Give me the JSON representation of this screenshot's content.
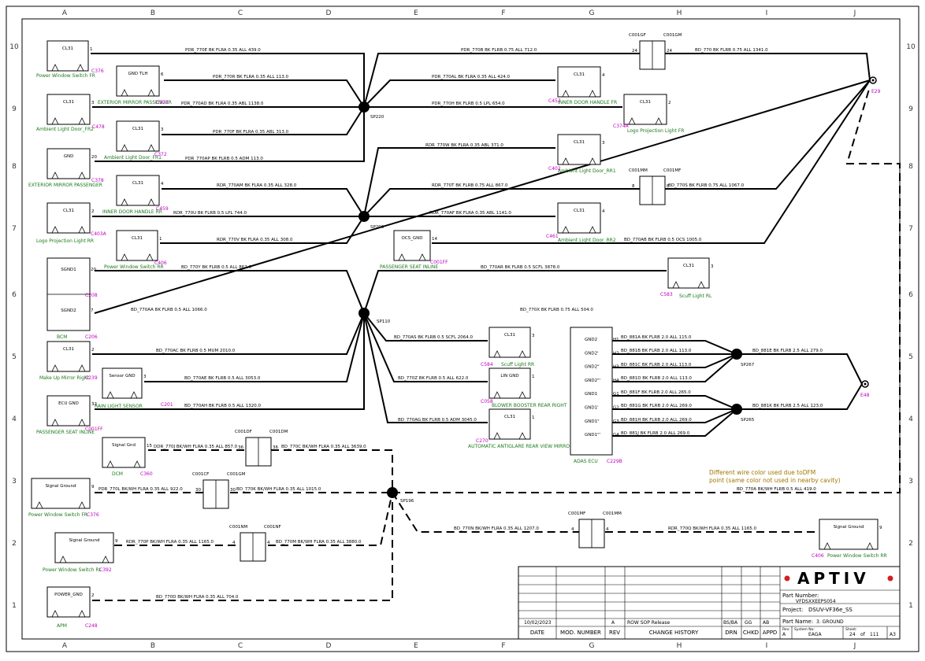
{
  "grid": {
    "columns": [
      "A",
      "B",
      "C",
      "D",
      "E",
      "F",
      "G",
      "H",
      "I",
      "J"
    ],
    "rows": [
      "10",
      "9",
      "8",
      "7",
      "6",
      "5",
      "4",
      "3",
      "2",
      "1"
    ]
  },
  "components": [
    {
      "id": "pws_fr",
      "title": "CL31",
      "pin": "1",
      "name": "Power Window Switch FR",
      "ref": "C376"
    },
    {
      "id": "amb_fr2",
      "title": "CL31",
      "pin": "3",
      "name": "Ambient Light Door_FR2",
      "ref": "C478"
    },
    {
      "id": "ext_mirror_l",
      "title": "GND",
      "pin": "20",
      "name": "EXTERIOR MIRROR PASSENGER",
      "ref": "C378"
    },
    {
      "id": "logo_rr",
      "title": "CL31",
      "pin": "2",
      "name": "Logo Projection Light RR",
      "ref": "C403A"
    },
    {
      "id": "bcm",
      "title": "SGND1",
      "title2": "SGND2",
      "pin": "20",
      "pin2": "7",
      "name": "BCM",
      "ref": "C208",
      "ref2": "C206"
    },
    {
      "id": "mirror_right",
      "title": "CL31",
      "pin": "2",
      "name": "Make Up Mirror Right",
      "ref": "C239"
    },
    {
      "id": "pseat_inline_l",
      "title": "ECU GND",
      "pin": "32",
      "name": "PASSENGER SEAT INLINE",
      "ref": "C001FF"
    },
    {
      "id": "ext_mirror_b",
      "title": "GND TLH",
      "pin": "6",
      "name": "EXTERIOR MIRROR PASSENGER",
      "ref": "C378"
    },
    {
      "id": "amb_fr1",
      "title": "CL31",
      "pin": "3",
      "name": "Ambient Light Door_FR1",
      "ref": "C372"
    },
    {
      "id": "door_handle_rr",
      "title": "CL31",
      "pin": "4",
      "name": "INNER DOOR HANDLE RR",
      "ref": "C459"
    },
    {
      "id": "pws_rr_b",
      "title": "CL31",
      "pin": "1",
      "name": "Power Window Switch RR",
      "ref": "C406"
    },
    {
      "id": "rain_sensor",
      "title": "Sensor GND",
      "pin": "3",
      "name": "RAIN LIGHT SENSOR",
      "ref": "C201"
    },
    {
      "id": "door_handle_fr",
      "title": "CL31",
      "pin": "4",
      "name": "INNER DOOR HANDLE FR",
      "ref": "C457"
    },
    {
      "id": "logo_fr",
      "title": "CL31",
      "pin": "2",
      "name": "Logo Projection Light FR",
      "ref": "C374A"
    },
    {
      "id": "amb_rr1",
      "title": "CL31",
      "pin": "3",
      "name": "Ambient Light Door_RR1",
      "ref": "C402"
    },
    {
      "id": "amb_rr2",
      "title": "CL31",
      "pin": "4",
      "name": "Ambient Light Door_RR2",
      "ref": "C461"
    },
    {
      "id": "pseat_inline_m",
      "title": "OCS_GND",
      "pin": "14",
      "name": "PASSENGER SEAT INLINE",
      "ref": "C001FF"
    },
    {
      "id": "scuff_rl",
      "title": "CL31",
      "pin": "3",
      "name": "Scuff Light RL",
      "ref": "C583"
    },
    {
      "id": "scuff_rr",
      "title": "CL31",
      "pin": "3",
      "name": "Scuff Light RR",
      "ref": "C584"
    },
    {
      "id": "blower",
      "title": "LIN GND",
      "pin": "1",
      "name": "BLOWER BOOSTER REAR RIGHT",
      "ref": "C058"
    },
    {
      "id": "antiglare",
      "title": "CL31",
      "pin": "1",
      "name": "AUTOMATIC ANTIGLARE REAR VIEW MIRROR",
      "ref": "C270"
    },
    {
      "id": "dcm",
      "title": "Signal Gnd",
      "pin": "15",
      "name": "DCM",
      "ref": "C360"
    },
    {
      "id": "pws_fr_sig",
      "title": "Signal Ground",
      "pin": "9",
      "name": "Power Window Switch FR",
      "ref": "C376"
    },
    {
      "id": "pws_rl_sig",
      "title": "Signal Ground",
      "pin": "9",
      "name": "Power Window Switch RL",
      "ref": "C392"
    },
    {
      "id": "apm",
      "title": "POWER_GND",
      "pin": "2",
      "name": "APM",
      "ref": "C248"
    },
    {
      "id": "pws_rr_sig",
      "title": "Signal Ground",
      "pin": "9",
      "name": "Power Window Switch RR",
      "ref": "C406"
    },
    {
      "id": "adas",
      "name": "ADAS ECU",
      "ref": "C229B",
      "pins": [
        [
          "GND2",
          "H1"
        ],
        [
          "GND2'",
          "H2"
        ],
        [
          "GND2\"",
          "H3"
        ],
        [
          "GND2\"'",
          "H4"
        ],
        [
          "GND1",
          "G1"
        ],
        [
          "GND1'",
          "G2"
        ],
        [
          "GND1\"",
          "G3"
        ],
        [
          "GND1\"'",
          "G4"
        ]
      ]
    }
  ],
  "inlines": [
    {
      "id": "c001gf",
      "left": "C001GF",
      "right": "C001GM",
      "lpin": "24",
      "rpin": "24"
    },
    {
      "id": "c001mm_t",
      "left": "C001MM",
      "right": "C001MF",
      "lpin": "8",
      "rpin": "8"
    },
    {
      "id": "c001df",
      "left": "C001DF",
      "right": "C001DM",
      "lpin": "36",
      "rpin": "36"
    },
    {
      "id": "c001cf",
      "left": "C001CF",
      "right": "C001GM",
      "lpin": "30",
      "rpin": "30"
    },
    {
      "id": "c001nm",
      "left": "C001NM",
      "right": "C001NF",
      "lpin": "4",
      "rpin": "4"
    },
    {
      "id": "c001mf_b",
      "left": "C001MF",
      "right": "C001MM",
      "lpin": "4",
      "rpin": "4"
    }
  ],
  "wire_labels": {
    "w1": "PDR_770E  BK  FLRA  0.35  ALL   439.0",
    "w2": "PDR_770R  BK  FLRA  0.35  ALL   113.0",
    "w3": "PDR_770AD  BK  FLRA  0.35  ABL   1138.0",
    "w4": "PDR_770F  BK  FLRA  0.35  ABL   313.0",
    "w5": "PDR_770AP  BK  FLRB  0.5  ADM   113.0",
    "w6": "PDR_770B  BK  FLRB  0.75  ALL   712.0",
    "w7": "PDR_770AL  BK  FLRA  0.35  ALL   424.0",
    "w8": "PDR_770H  BK  FLRB  0.5  LPL   654.0",
    "w9": "BD_770  BK  FLRB  0.75  ALL   1341.0",
    "w10": "RDR_770AM  BK  FLRA  0.35  ALL   328.0",
    "w11": "RDR_770U  BK  FLRB  0.5  LPL   744.0",
    "w12": "RDR_770V  BK  FLRA  0.35  ALL   308.0",
    "w13": "RDR_770W  BK  FLRA  0.35  ABL   371.0",
    "w14": "RDR_770T  BK  FLRB  0.75  ALL   867.0",
    "w15": "BD_770S  BK  FLRB  0.75  ALL   1067.0",
    "w16": "RDR_770AF  BK  FLRA  0.35  ABL   1141.0",
    "w17": "BD_770AB  BK  FLRB  0.5  OCS   1005.0",
    "w18": "BD_770Y  BK  FLRB  0.5  ALL   862.0",
    "w19": "BD_770AR  BK  FLRB  0.5  SCFL   3878.0",
    "w20": "BD_770AA  BK  FLRB  0.5  ALL   1066.0",
    "w21": "BD_770X  BK  FLRB  0.75  ALL   504.0",
    "w22": "BD_770AC  BK  FLRB  0.5  MUM   2010.0",
    "w23": "BD_770AS  BK  FLRB  0.5  SCFL   2064.0",
    "w24": "BD_770AE  BK  FLRB  0.5  ALL   3053.0",
    "w25": "BD_770Z  BK  FLRB  0.5  ALL   622.0",
    "w26": "BD_770AH  BK  FLRB  0.5  ALL   1320.0",
    "w27": "BD_770AG  BK  FLRB  0.5  ADM   3045.0",
    "w28": "BD_881A  BK  FLRB  2.0  ALL   115.0",
    "w29": "BD_881B  BK  FLRB  2.0  ALL   113.0",
    "w30": "BD_881C  BK  FLRB  2.0  ALL   113.0",
    "w31": "BD_881D  BK  FLRB  2.0  ALL   113.0",
    "w32": "BD_881F  BK  FLRB  2.0  ALL   265.0",
    "w33": "BD_881G  BK  FLRB  2.0  ALL   269.0",
    "w34": "BD_881H  BK  FLRB  2.0  ALL   269.0",
    "w35": "BD_881J  BK  FLRB  2.0  ALL   269.0",
    "w36": "BD_881E  BK  FLRB  2.5  ALL   279.0",
    "w37": "BD_881K  BK  FLRB  2.5  ALL   123.0",
    "w38": "DDR_770J  BK/WH  FLRA  0.35  ALL   857.0",
    "w39": "BD_770C  BK/WH  FLRA  0.35  ALL   3639.0",
    "w40": "PDR_770L  BK/WH  FLRA  0.35  ALL   922.0",
    "w41": "BD_770K  BK/WH  FLRA  0.35  ALL   1015.0",
    "w42": "BD_770A  BK/WH  FLRB  0.5  ALL   419.0",
    "w43": "RDR_770P  BK/WH  FLRA  0.35  ALL   1165.0",
    "w44": "BD_770M  BK/WH  FLRA  0.35  ALL   3880.0",
    "w45": "BD_770N  BK/WH  FLRA  0.35  ALL   1207.0",
    "w46": "RDR_770Q  BK/WH  FLRA  0.35  ALL   1165.0",
    "w47": "BD_770D  BK/WH  FLRA  0.35  ALL   704.0"
  },
  "splices": {
    "sp220": "SP220",
    "sp206": "SP206",
    "sp110": "SP110",
    "sp267": "SP267",
    "sp265": "SP265",
    "sp196": "SP196"
  },
  "grounds": {
    "e29": "E29",
    "e48": "E48"
  },
  "note": {
    "line1": "Different wire color used due toDFM",
    "line2": "point (same color not used in nearby cavity)",
    "color": "#a07800"
  },
  "title_block": {
    "logo": "APTIV",
    "logo_color": "#d32020",
    "part_number_label": "Part Number:",
    "part_number": "VFDSXXEEPS054",
    "project_label": "Project:",
    "project": "DSUV-VF36e_SS",
    "part_name_label": "Part Name:",
    "part_name": "3. GROUND",
    "rev_date": "10/02/2023",
    "rev_letter": "A",
    "rev_history": "ROW SOP Release",
    "drn": "BS/BA",
    "chkd": "GG",
    "appd": "AB",
    "headers": [
      "DATE",
      "MOD. NUMBER",
      "REV",
      "CHANGE HISTORY",
      "DRN",
      "CHKD",
      "APPD"
    ],
    "rev_label": "Rev:",
    "rev_value": "A",
    "system_label": "System No:",
    "system_value": "EAGA",
    "sheet_label": "Sheet:",
    "sheet_value": "24",
    "of": "of",
    "total": "111",
    "size": "A3"
  },
  "colors": {
    "component_label": "#1a7a1a",
    "connector_ref": "#c000c0",
    "wire": "#000000"
  }
}
